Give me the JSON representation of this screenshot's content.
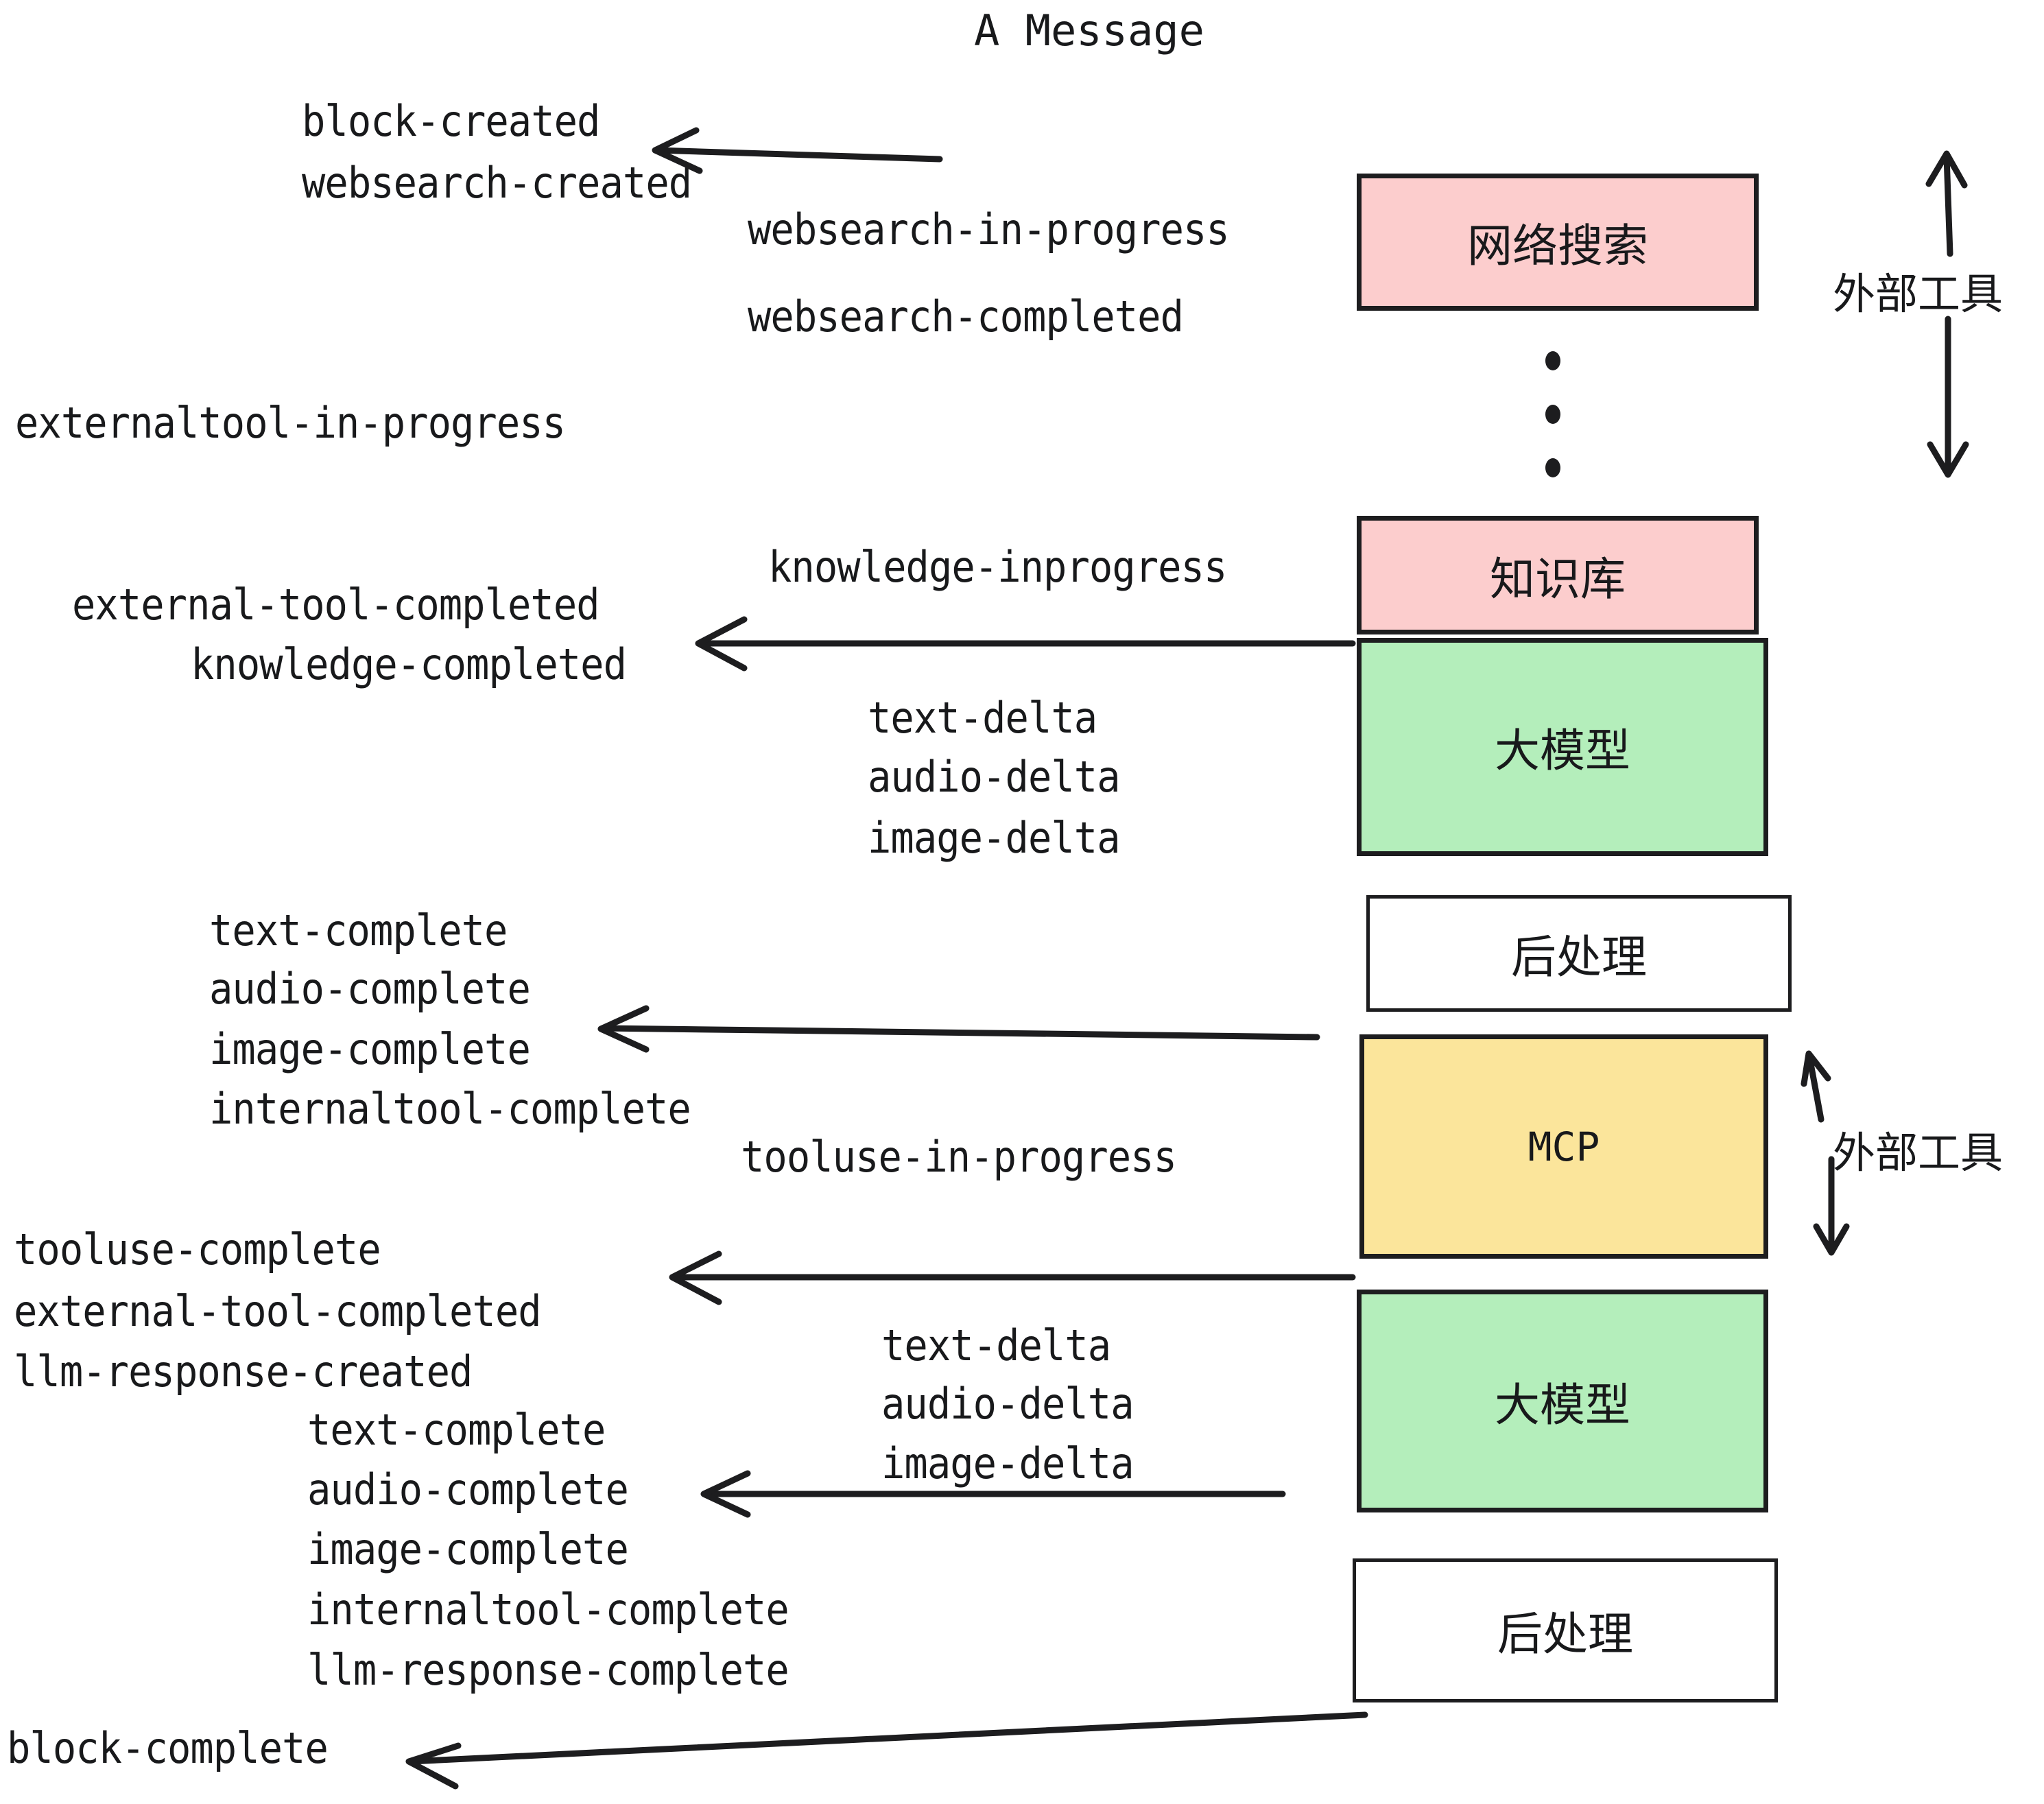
{
  "title": "A Message",
  "colors": {
    "pink": "#fccdcd",
    "green": "#b4eebb",
    "yellow": "#fbe59b",
    "white": "#ffffff",
    "stroke": "#1d1d1f",
    "text": "#18191b",
    "background": "#ffffff"
  },
  "boxes": [
    {
      "id": "websearch",
      "label": "网络搜索",
      "fill": "pink",
      "script": "cjk"
    },
    {
      "id": "knowledge",
      "label": "知识库",
      "fill": "pink",
      "script": "cjk"
    },
    {
      "id": "llm-1",
      "label": "大模型",
      "fill": "green",
      "script": "cjk"
    },
    {
      "id": "postprocess-1",
      "label": "后处理",
      "fill": "white",
      "script": "cjk"
    },
    {
      "id": "mcp",
      "label": "MCP",
      "fill": "yellow",
      "script": "latin"
    },
    {
      "id": "llm-2",
      "label": "大模型",
      "fill": "green",
      "script": "cjk"
    },
    {
      "id": "postprocess-2",
      "label": "后处理",
      "fill": "white",
      "script": "cjk"
    }
  ],
  "side_labels": [
    {
      "id": "external-tool-top",
      "label": "外部工具"
    },
    {
      "id": "external-tool-bottom",
      "label": "外部工具"
    }
  ],
  "events": [
    {
      "id": "block-created",
      "text": "block-created"
    },
    {
      "id": "websearch-created",
      "text": "websearch-created"
    },
    {
      "id": "websearch-in-progress",
      "text": "websearch-in-progress"
    },
    {
      "id": "websearch-completed",
      "text": "websearch-completed"
    },
    {
      "id": "externaltool-in-progress",
      "text": "externaltool-in-progress"
    },
    {
      "id": "knowledge-inprogress",
      "text": "knowledge-inprogress"
    },
    {
      "id": "external-tool-completed-1",
      "text": "external-tool-completed"
    },
    {
      "id": "knowledge-completed",
      "text": "knowledge-completed"
    },
    {
      "id": "text-delta-1",
      "text": "text-delta"
    },
    {
      "id": "audio-delta-1",
      "text": "audio-delta"
    },
    {
      "id": "image-delta-1",
      "text": "image-delta"
    },
    {
      "id": "text-complete-1",
      "text": "text-complete"
    },
    {
      "id": "audio-complete-1",
      "text": "audio-complete"
    },
    {
      "id": "image-complete-1",
      "text": "image-complete"
    },
    {
      "id": "internaltool-complete-1",
      "text": "internaltool-complete"
    },
    {
      "id": "tooluse-in-progress",
      "text": "tooluse-in-progress"
    },
    {
      "id": "tooluse-complete",
      "text": "tooluse-complete"
    },
    {
      "id": "external-tool-completed-2",
      "text": "external-tool-completed"
    },
    {
      "id": "llm-response-created",
      "text": "llm-response-created"
    },
    {
      "id": "text-delta-2",
      "text": "text-delta"
    },
    {
      "id": "audio-delta-2",
      "text": "audio-delta"
    },
    {
      "id": "image-delta-2",
      "text": "image-delta"
    },
    {
      "id": "text-complete-2",
      "text": "text-complete"
    },
    {
      "id": "audio-complete-2",
      "text": "audio-complete"
    },
    {
      "id": "image-complete-2",
      "text": "image-complete"
    },
    {
      "id": "internaltool-complete-2",
      "text": "internaltool-complete"
    },
    {
      "id": "llm-response-complete",
      "text": "llm-response-complete"
    },
    {
      "id": "block-complete",
      "text": "block-complete"
    }
  ],
  "ellipsis_dots": 3
}
